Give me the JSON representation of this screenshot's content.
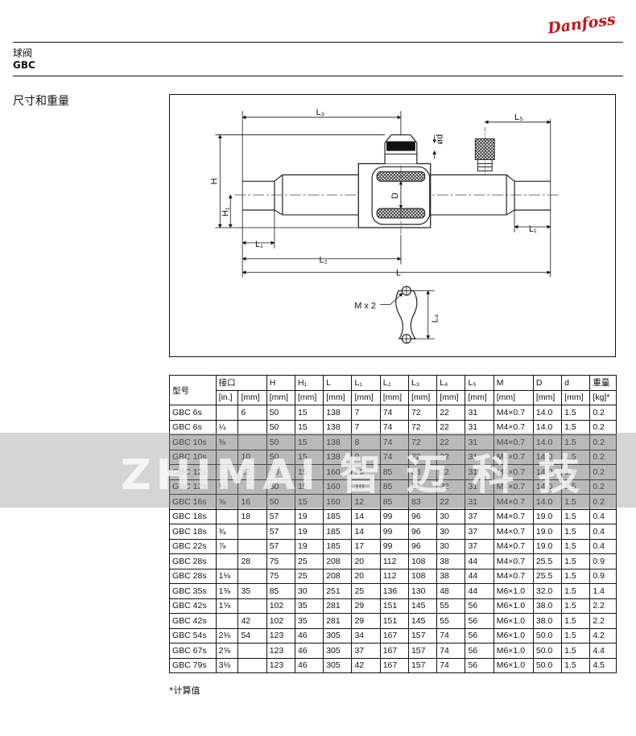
{
  "brand": "Danfoss",
  "header": {
    "title_cn": "球阀",
    "title_en": "GBC"
  },
  "section_title": "尺寸和重量",
  "drawing_labels": {
    "L3": "L₃",
    "L5": "L₅",
    "d": "ød",
    "H": "H",
    "H1": "H₁",
    "D": "D",
    "L1a": "L₁",
    "L1b": "L₁",
    "L2": "L₂",
    "L": "L",
    "Mx2": "M x 2",
    "L4": "L₄"
  },
  "table": {
    "header_row1": [
      "型号",
      "接口",
      "H",
      "H₁",
      "L",
      "L₁",
      "L₂",
      "L₃",
      "L₄",
      "L₅",
      "M",
      "D",
      "d",
      "重量"
    ],
    "header_row2": [
      "[in.]",
      "[mm]",
      "[mm]",
      "[mm]",
      "[mm]",
      "[mm]",
      "[mm]",
      "[mm]",
      "[mm]",
      "[mm]",
      "[mm]",
      "[mm]",
      "[mm]",
      "[kg]*"
    ],
    "rows": [
      [
        "GBC 6s",
        "",
        "6",
        "50",
        "15",
        "138",
        "7",
        "74",
        "72",
        "22",
        "31",
        "M4×0.7",
        "14.0",
        "1.5",
        "0.2"
      ],
      [
        "GBC 6s",
        "¼",
        "",
        "50",
        "15",
        "138",
        "7",
        "74",
        "72",
        "22",
        "31",
        "M4×0.7",
        "14.0",
        "1.5",
        "0.2"
      ],
      [
        "GBC 10s",
        "⅜",
        "",
        "50",
        "15",
        "138",
        "8",
        "74",
        "72",
        "22",
        "31",
        "M4×0.7",
        "14.0",
        "1.5",
        "0.2"
      ],
      [
        "GBC 10s",
        "",
        "10",
        "50",
        "15",
        "138",
        "9",
        "74",
        "72",
        "22",
        "31",
        "M4×0.7",
        "14.0",
        "1.5",
        "0.2"
      ],
      [
        "GBC 12s",
        "",
        "12",
        "50",
        "15",
        "160",
        "10",
        "85",
        "83",
        "22",
        "31",
        "M4×0.7",
        "14.0",
        "1.5",
        "0.2"
      ],
      [
        "GBC 12s",
        "½",
        "",
        "50",
        "15",
        "160",
        "10",
        "85",
        "83",
        "22",
        "31",
        "M4×0.7",
        "14.0",
        "1.5",
        "0.2"
      ],
      [
        "GBC 16s",
        "⅝",
        "16",
        "50",
        "15",
        "160",
        "12",
        "85",
        "83",
        "22",
        "31",
        "M4×0.7",
        "14.0",
        "1.5",
        "0.2"
      ],
      [
        "GBC 18s",
        "",
        "18",
        "57",
        "19",
        "185",
        "14",
        "99",
        "96",
        "30",
        "37",
        "M4×0.7",
        "19.0",
        "1.5",
        "0.4"
      ],
      [
        "GBC 18s",
        "¾",
        "",
        "57",
        "19",
        "185",
        "14",
        "99",
        "96",
        "30",
        "37",
        "M4×0.7",
        "19.0",
        "1.5",
        "0.4"
      ],
      [
        "GBC 22s",
        "⅞",
        "",
        "57",
        "19",
        "185",
        "17",
        "99",
        "96",
        "30",
        "37",
        "M4×0.7",
        "19.0",
        "1.5",
        "0.4"
      ],
      [
        "GBC 28s",
        "",
        "28",
        "75",
        "25",
        "208",
        "20",
        "112",
        "108",
        "38",
        "44",
        "M4×0.7",
        "25.5",
        "1.5",
        "0.9"
      ],
      [
        "GBC 28s",
        "1⅛",
        "",
        "75",
        "25",
        "208",
        "20",
        "112",
        "108",
        "38",
        "44",
        "M4×0.7",
        "25.5",
        "1.5",
        "0.9"
      ],
      [
        "GBC 35s",
        "1⅜",
        "35",
        "85",
        "30",
        "251",
        "25",
        "136",
        "130",
        "48",
        "44",
        "M6×1.0",
        "32.0",
        "1.5",
        "1.4"
      ],
      [
        "GBC 42s",
        "1⅝",
        "",
        "102",
        "35",
        "281",
        "29",
        "151",
        "145",
        "55",
        "56",
        "M6×1.0",
        "38.0",
        "1.5",
        "2.2"
      ],
      [
        "GBC 42s",
        "",
        "42",
        "102",
        "35",
        "281",
        "29",
        "151",
        "145",
        "55",
        "56",
        "M6×1.0",
        "38.0",
        "1.5",
        "2.2"
      ],
      [
        "GBC 54s",
        "2⅛",
        "54",
        "123",
        "46",
        "305",
        "34",
        "167",
        "157",
        "74",
        "56",
        "M6×1.0",
        "50.0",
        "1.5",
        "4.2"
      ],
      [
        "GBC 67s",
        "2⅝",
        "",
        "123",
        "46",
        "305",
        "37",
        "167",
        "157",
        "74",
        "56",
        "M6×1.0",
        "50.0",
        "1.5",
        "4.4"
      ],
      [
        "GBC 79s",
        "3⅛",
        "",
        "123",
        "46",
        "305",
        "42",
        "167",
        "157",
        "74",
        "56",
        "M6×1.0",
        "50.0",
        "1.5",
        "4.5"
      ]
    ]
  },
  "footnote": "*计算值",
  "watermark": "ZHIMAI 智 迈 科 技"
}
